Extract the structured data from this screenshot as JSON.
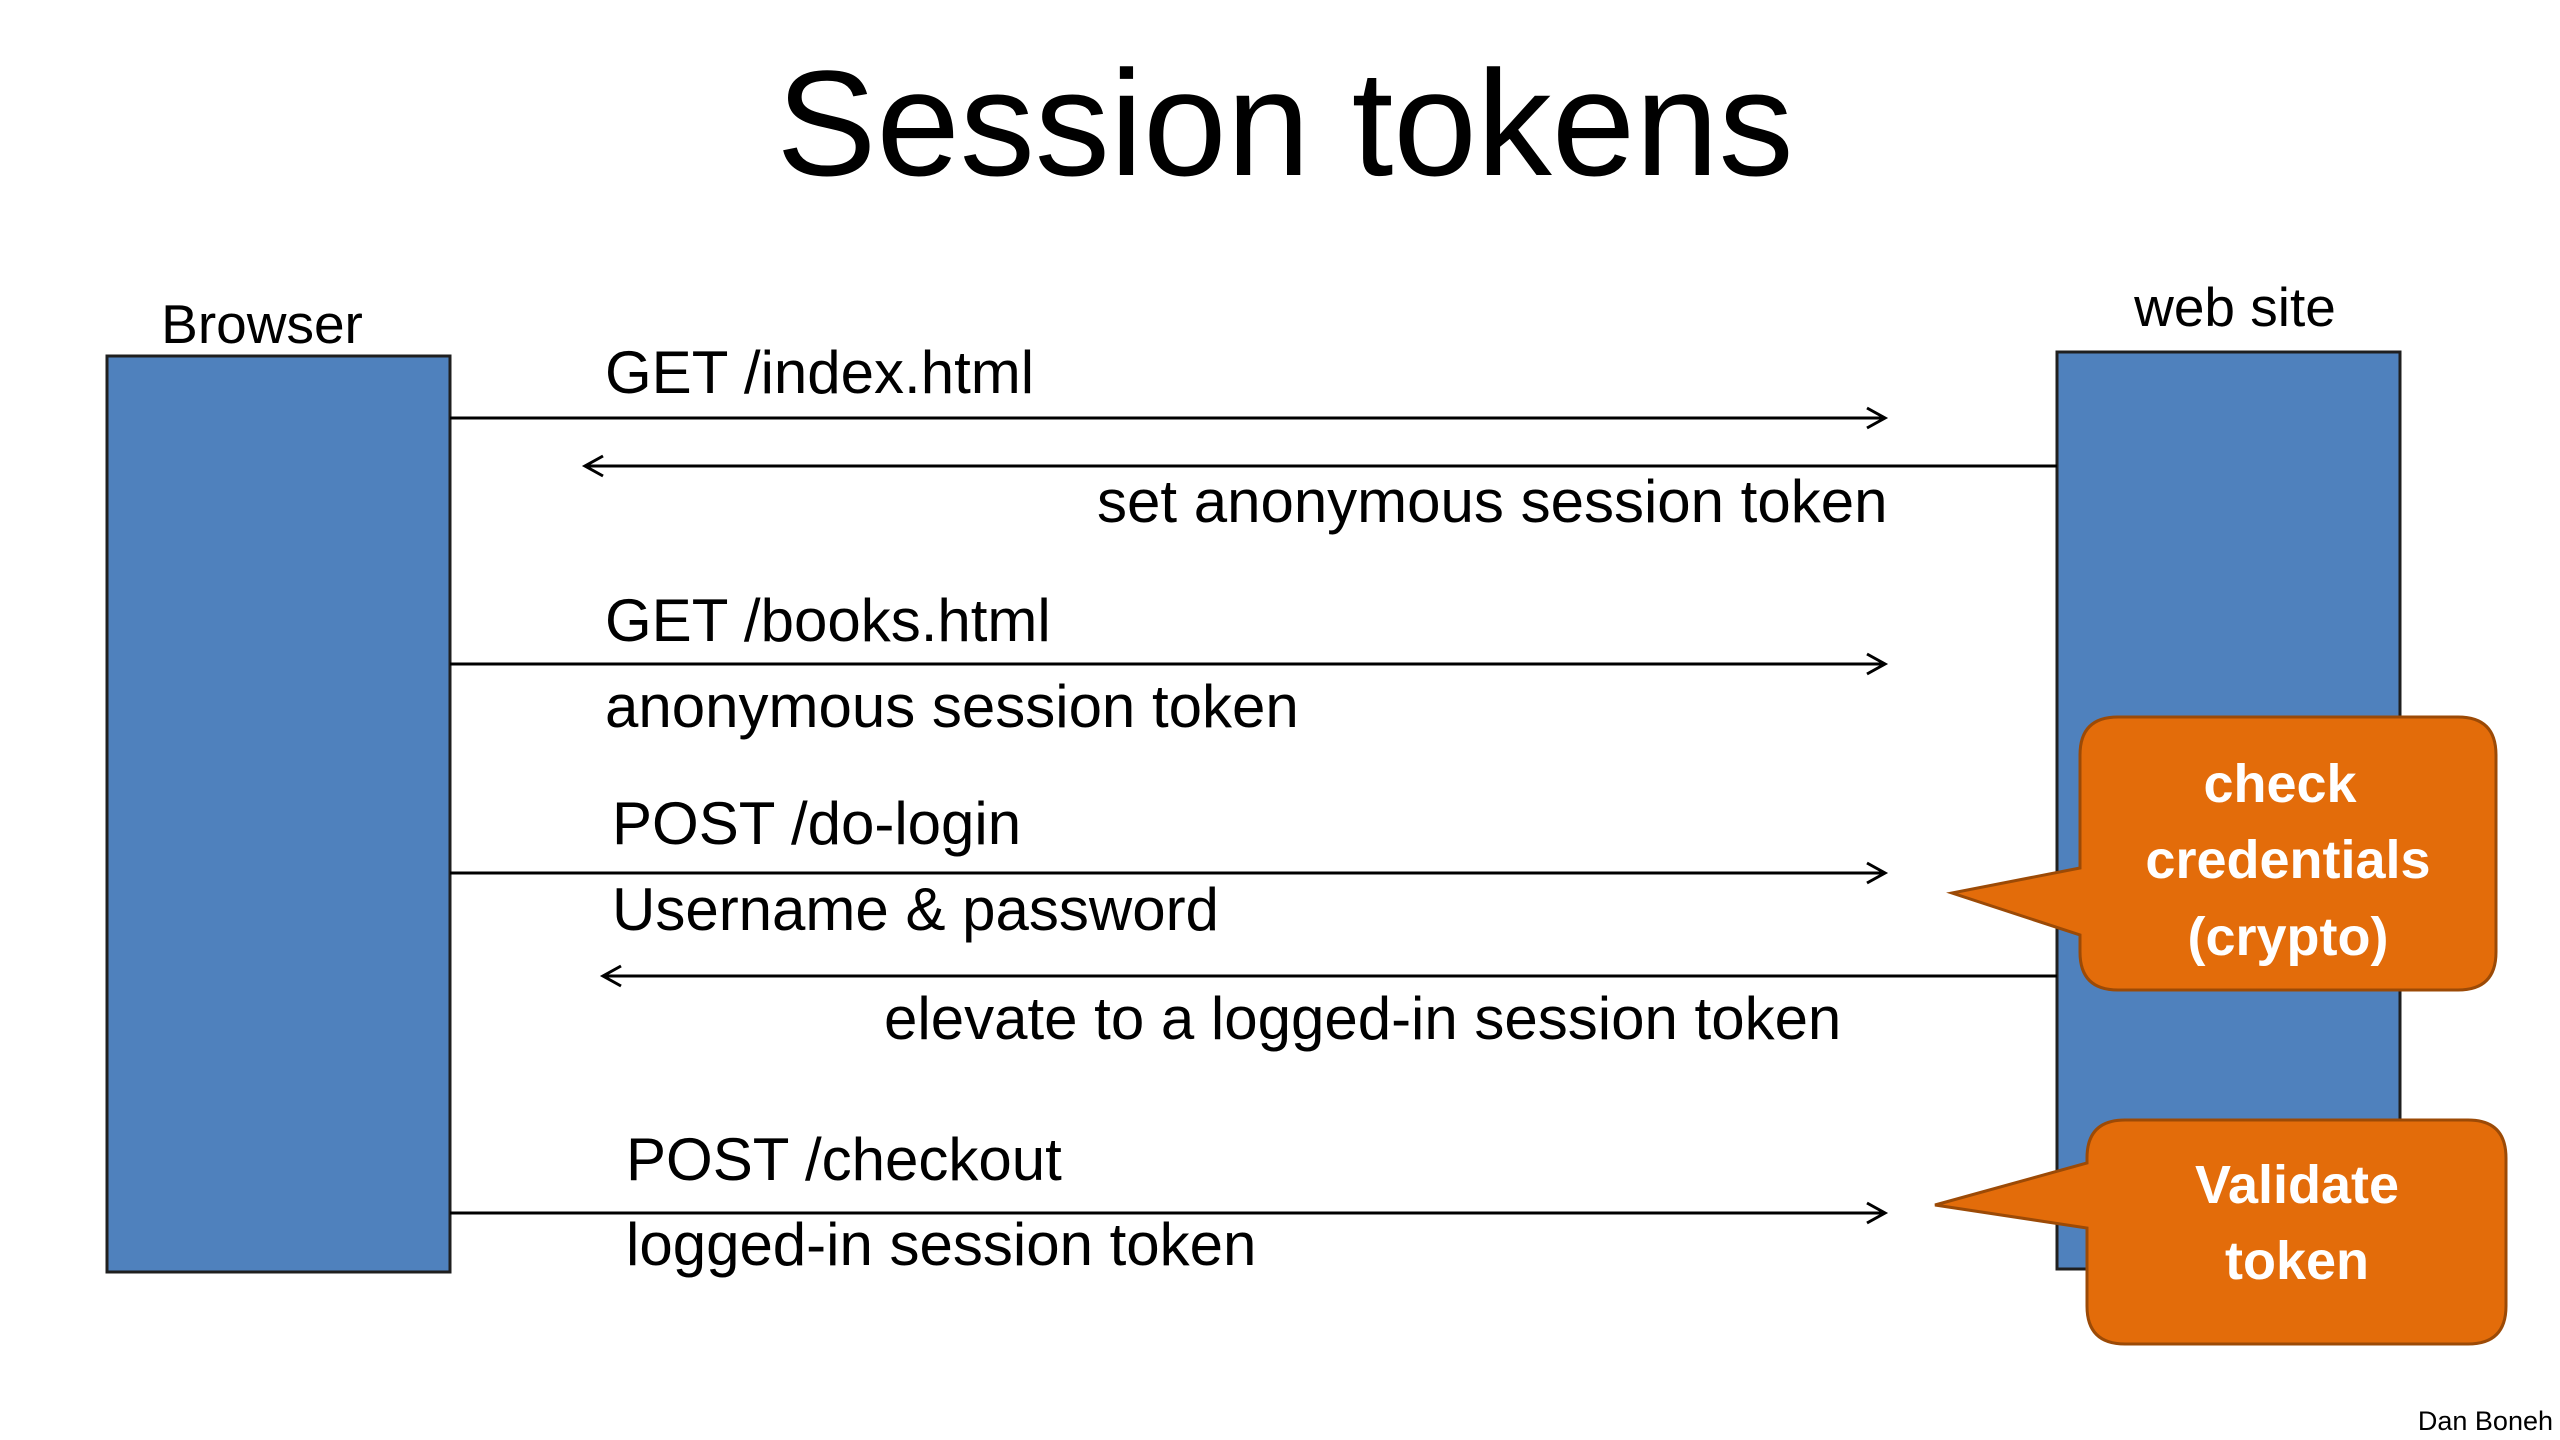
{
  "title": "Session tokens",
  "actors": {
    "left": "Browser",
    "right": "web site"
  },
  "messages": [
    {
      "direction": "to-site",
      "above": "GET /index.html",
      "below": ""
    },
    {
      "direction": "to-browser",
      "above": "",
      "below": "set anonymous session token"
    },
    {
      "direction": "to-site",
      "above": "GET /books.html",
      "below": "anonymous session token"
    },
    {
      "direction": "to-site",
      "above": "POST /do-login",
      "below": "Username & password"
    },
    {
      "direction": "to-browser",
      "above": "",
      "below": "elevate to a logged-in session token"
    },
    {
      "direction": "to-site",
      "above": "POST /checkout",
      "below": "logged-in session token"
    }
  ],
  "callouts": {
    "check": {
      "line1": "check",
      "line2": "credentials",
      "line3": "(crypto)"
    },
    "validate": {
      "line1": "Validate",
      "line2": "token"
    }
  },
  "footer": "Dan Boneh",
  "colors": {
    "lifeline_fill": "#4f81bd",
    "lifeline_stroke": "#1f1f1f",
    "callout_fill": "#e36c0a",
    "callout_stroke": "#9c4a06",
    "callout_text": "#ffffff",
    "text": "#000000"
  }
}
